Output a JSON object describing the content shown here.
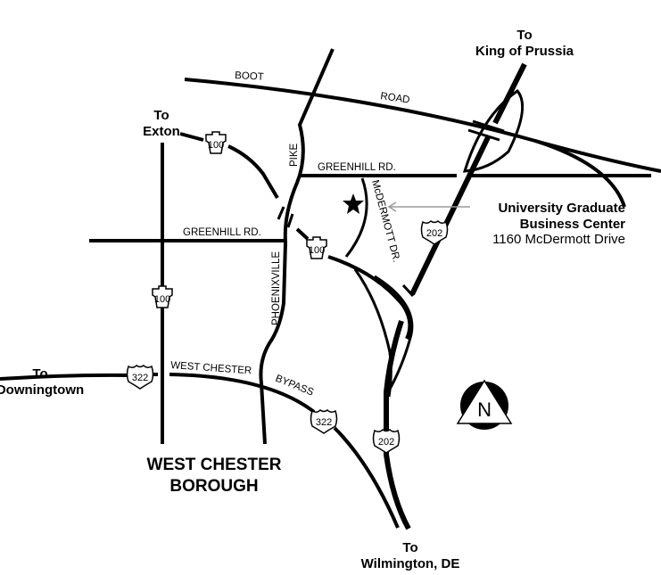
{
  "destinations": {
    "king_of_prussia": [
      "To",
      "King of Prussia"
    ],
    "exton": [
      "To",
      "Exton"
    ],
    "downingtown": [
      "To",
      "Downingtown"
    ],
    "wilmington": [
      "To",
      "Wilmington, DE"
    ]
  },
  "roads": {
    "boot": "BOOT",
    "road": "ROAD",
    "pike": "PIKE",
    "phoenixville": "PHOENIXVILLE",
    "greenhill_upper": "GREENHILL RD.",
    "greenhill_lower": "GREENHILL RD.",
    "mcdermott": "McDERMOTT DR.",
    "west_chester": "WEST CHESTER",
    "bypass": "BYPASS"
  },
  "shields": {
    "pa100": "100",
    "us202": "202",
    "us322": "322"
  },
  "location": {
    "name_line1": "University Graduate",
    "name_line2": "Business Center",
    "address": "1160 McDermott Drive"
  },
  "borough": [
    "WEST CHESTER",
    "BOROUGH"
  ],
  "compass": "N",
  "colors": {
    "arrow": "#999999",
    "ink": "#000000"
  }
}
